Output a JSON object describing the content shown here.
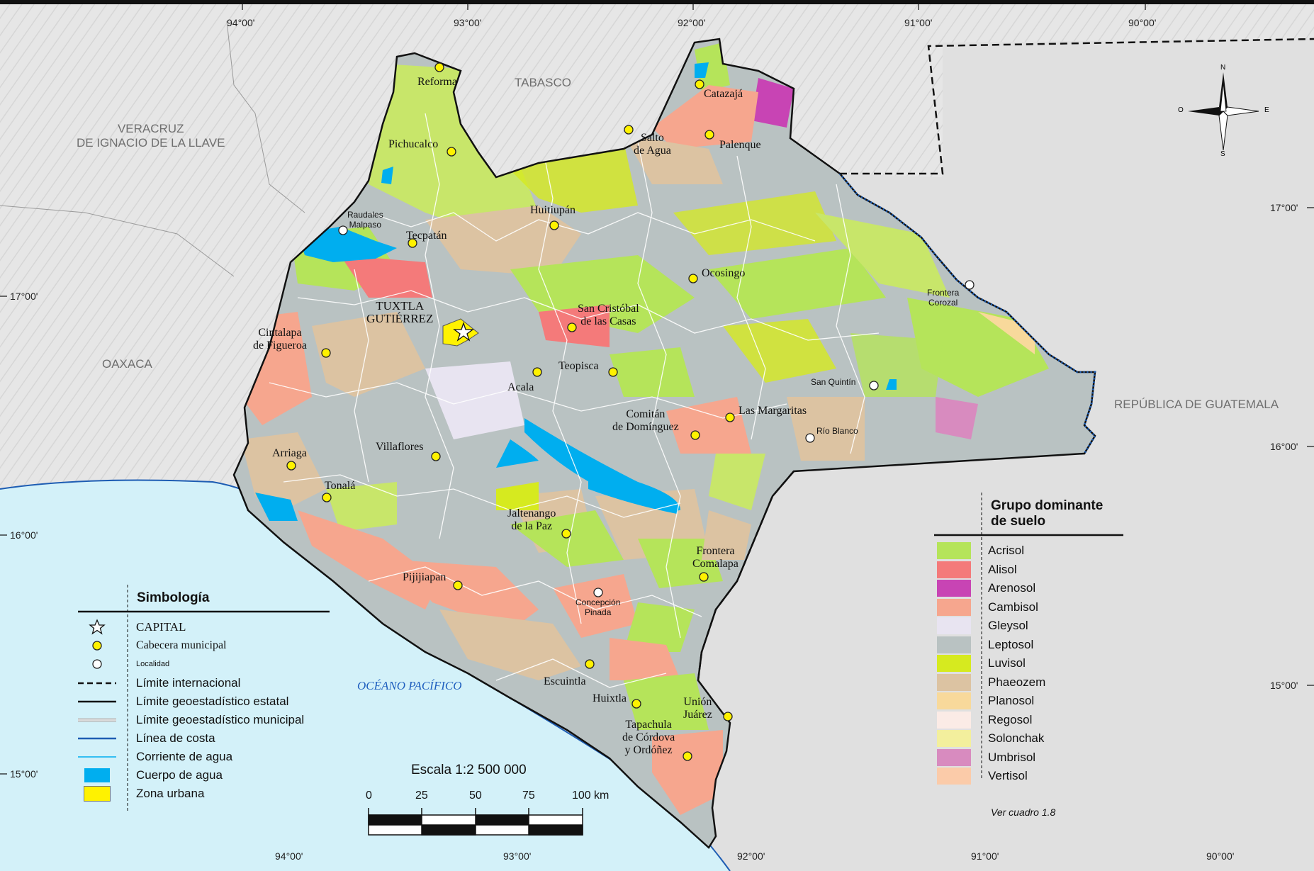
{
  "colors": {
    "background": "#e4e4e4",
    "ocean": "#d3f1f9",
    "coast": "#1e5db3",
    "state_border": "#111111",
    "water": "#00aeef",
    "urban": "#fff200"
  },
  "neighbors": {
    "veracruz": "VERACRUZ\nDE IGNACIO DE LA LLAVE",
    "tabasco": "TABASCO",
    "oaxaca": "OAXACA",
    "guatemala": "REPÚBLICA DE GUATEMALA",
    "ocean": "OCÉANO PACÍFICO"
  },
  "coordinates": {
    "top": [
      "94°00'",
      "93°00'",
      "92°00'",
      "91°00'",
      "90°00'"
    ],
    "bottom": [
      "94°00'",
      "93°00'",
      "92°00'",
      "91°00'",
      "90°00'"
    ],
    "left": [
      "17°00'",
      "16°00'",
      "15°00'"
    ],
    "right": [
      "17°00'",
      "16°00'",
      "15°00'"
    ]
  },
  "compass": {
    "n": "N",
    "s": "S",
    "e": "E",
    "w": "O"
  },
  "cities": [
    "Reforma",
    "Catazajá",
    "Pichucalco",
    "Salto\nde Agua",
    "Palenque",
    "Huitiupán",
    "Tecpatán",
    "Ocosingo",
    "TUXTLA\nGUTIÉRREZ",
    "San Cristóbal\nde las Casas",
    "Cintalapa\nde Figueroa",
    "Teopisca",
    "Acala",
    "Comitán\nde Domínguez",
    "Las Margaritas",
    "Villaflores",
    "Arriaga",
    "Tonalá",
    "Jaltenango\nde la Paz",
    "Frontera\nComalapa",
    "Pijijiapan",
    "Escuintla",
    "Huixtla",
    "Unión\nJuárez",
    "Tapachula\nde Córdova\ny Ordóñez"
  ],
  "localities": [
    "Raudales\nMalpaso",
    "Frontera\nCorozal",
    "San Quintín",
    "Río Blanco",
    "Concepción\nPinada"
  ],
  "legend": {
    "title": "Simbología",
    "items": [
      "CAPITAL",
      "Cabecera municipal",
      "Localidad",
      "Límite internacional",
      "Límite geoestadístico estatal",
      "Límite geoestadístico municipal",
      "Línea de costa",
      "Corriente de agua",
      "Cuerpo de agua",
      "Zona urbana"
    ]
  },
  "scale": {
    "title": "Escala 1:2 500 000",
    "ticks": [
      "0",
      "25",
      "50",
      "75",
      "100"
    ],
    "unit": "km"
  },
  "soil_legend": {
    "title": "Grupo dominante\nde suelo",
    "note": "Ver cuadro 1.8",
    "items": [
      {
        "label": "Acrisol",
        "color": "#b5e45a"
      },
      {
        "label": "Alisol",
        "color": "#f47a7a"
      },
      {
        "label": "Arenosol",
        "color": "#c844b4"
      },
      {
        "label": "Cambisol",
        "color": "#f6a68e"
      },
      {
        "label": "Gleysol",
        "color": "#e8e4f1"
      },
      {
        "label": "Leptosol",
        "color": "#b9c2c2"
      },
      {
        "label": "Luvisol",
        "color": "#d6ea1f"
      },
      {
        "label": "Phaeozem",
        "color": "#dcc3a2"
      },
      {
        "label": "Planosol",
        "color": "#f8d99b"
      },
      {
        "label": "Regosol",
        "color": "#fbebe6"
      },
      {
        "label": "Solonchak",
        "color": "#f3ef9d"
      },
      {
        "label": "Umbrisol",
        "color": "#d88bbf"
      },
      {
        "label": "Vertisol",
        "color": "#fbcba9"
      }
    ]
  }
}
